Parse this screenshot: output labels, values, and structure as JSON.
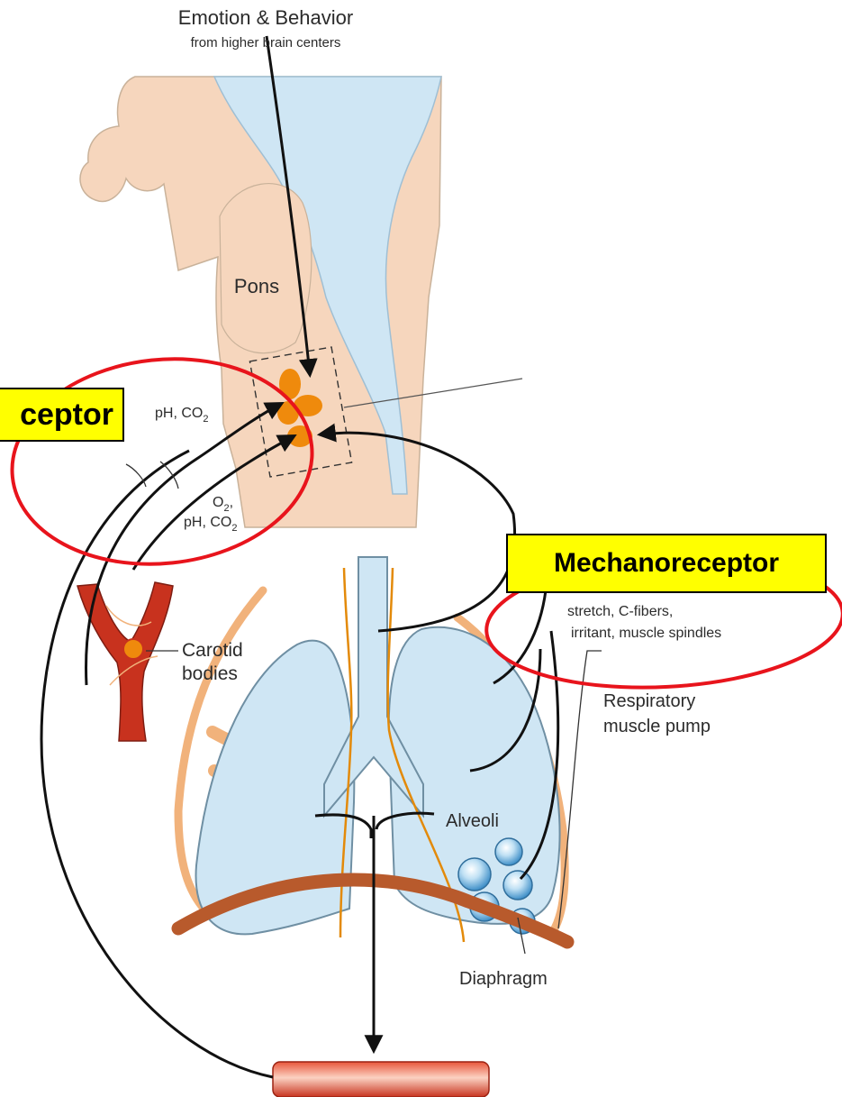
{
  "labels": {
    "emotion_title": "Emotion & Behavior",
    "emotion_sub": "from higher brain centers",
    "pons": "Pons",
    "chemo_inputs": "pH, CO",
    "chemo_inputs_sub": "2",
    "carotid_inputs_line1": "O",
    "carotid_inputs_line1_sub": "2",
    "carotid_inputs_line1_tail": ",",
    "carotid_inputs_line2": "pH, CO",
    "carotid_inputs_line2_sub": "2",
    "carotid_line1": "Carotid",
    "carotid_line2": "bodies",
    "mech_line1": "stretch, C-fibers,",
    "mech_line2": "irritant, muscle spindles",
    "alveoli": "Alveoli",
    "resp_line1": "Respiratory",
    "resp_line2": "muscle pump",
    "diaphragm": "Diaphragm"
  },
  "callouts": {
    "chemoreceptor": "ceptor",
    "mechanoreceptor": "Mechanoreceptor"
  },
  "colors": {
    "brain_fill": "#f6d6bd",
    "csf_fill": "#cfe6f4",
    "nuclei": "#ef8a0c",
    "lung_fill": "#cfe6f4",
    "rib": "#f1b27b",
    "diaphragm": "#b85a2c",
    "artery": "#c8321e",
    "highlight_circle": "#e8141c",
    "callout_bg": "#ffff00"
  }
}
